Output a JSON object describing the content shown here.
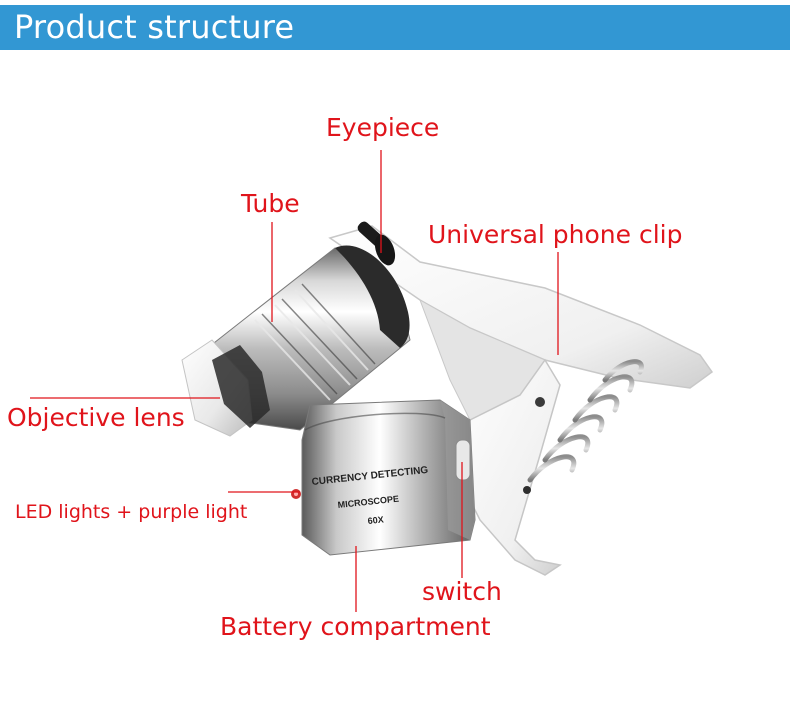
{
  "header": {
    "title": "Product structure",
    "background_color": "#3297d3",
    "text_color": "#ffffff"
  },
  "callouts": {
    "eyepiece": "Eyepiece",
    "tube": "Tube",
    "phone_clip": "Universal phone clip",
    "objective_lens": "Objective lens",
    "led_lights": "LED lights + purple light",
    "switch": "switch",
    "battery": "Battery compartment"
  },
  "product_label": {
    "line1": "CURRENCY DETECTING",
    "line2": "MICROSCOPE",
    "line3": "60X"
  },
  "colors": {
    "callout_text": "#e0141b",
    "leader_line": "#e0141b"
  }
}
